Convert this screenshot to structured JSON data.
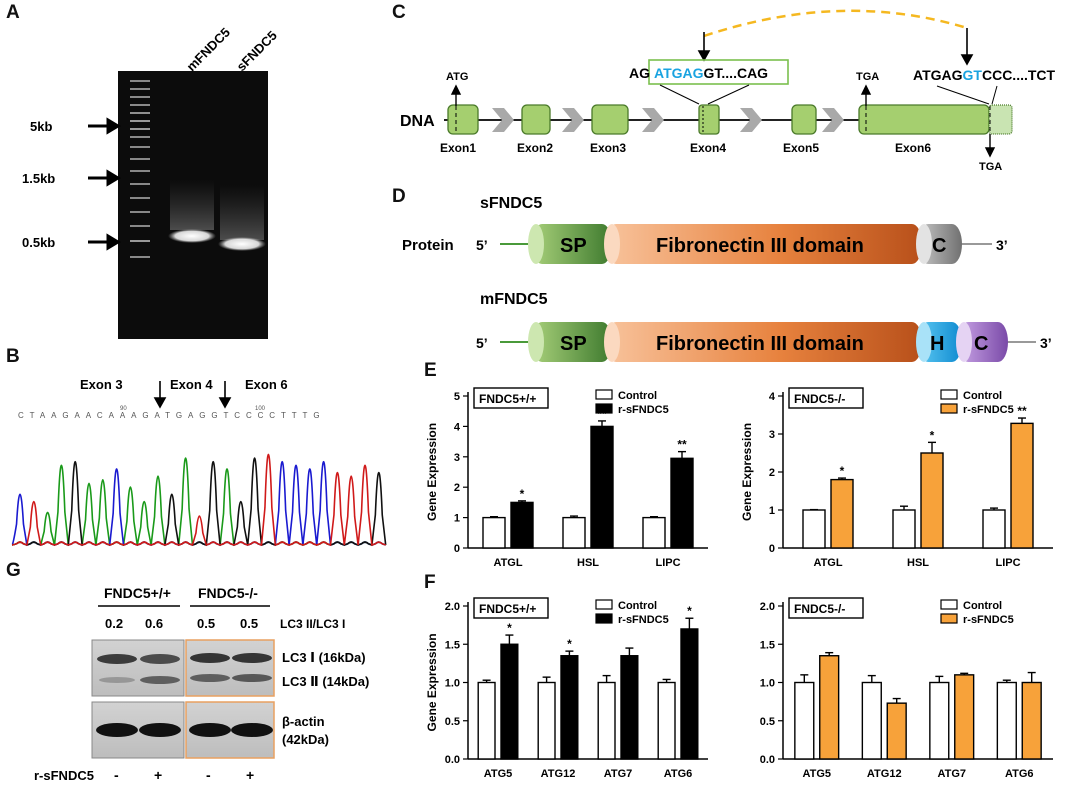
{
  "panels": {
    "A": "A",
    "B": "B",
    "C": "C",
    "D": "D",
    "E": "E",
    "F": "F",
    "G": "G"
  },
  "gel": {
    "lanes": [
      "mFNDC5",
      "sFNDC5"
    ],
    "markers": [
      "5kb",
      "1.5kb",
      "0.5kb"
    ]
  },
  "sequence": {
    "exons": [
      "Exon 3",
      "Exon 4",
      "Exon 6"
    ],
    "bases": "CTAAGAACAAAGATGAGGTCCCCTTTG",
    "pos1": "90",
    "pos2": "100"
  },
  "gene": {
    "dna_label": "DNA",
    "atg": "ATG",
    "tga1": "TGA",
    "tga2": "TGA",
    "exons": [
      "Exon1",
      "Exon2",
      "Exon3",
      "Exon4",
      "Exon5",
      "Exon6"
    ],
    "seq4_prefix": "AG",
    "seq4_blue": "ATGAG",
    "seq4_suffix": "GT....CAG",
    "seq6_prefix": "ATGAG",
    "seq6_blue": "GT",
    "seq6_suffix": "CCC....TCT"
  },
  "protein": {
    "s_title": "sFNDC5",
    "m_title": "mFNDC5",
    "label": "Protein",
    "five": "5’",
    "three": "3’",
    "sp": "SP",
    "domain": "Fibronectin III domain",
    "c": "C",
    "h": "H"
  },
  "colors": {
    "control": "#ffffff",
    "black_treat": "#000000",
    "orange_treat": "#f7a23a",
    "exon_green": "#a5cf6f",
    "blue_seq": "#1aa3e0",
    "yellow_arc": "#f5b820"
  },
  "blot": {
    "group1": "FNDC5+/+",
    "group2": "FNDC5-/-",
    "ratio_label": "LC3 II/LC3 I",
    "ratios": [
      "0.2",
      "0.6",
      "0.5",
      "0.5"
    ],
    "lc3i": "LC3 Ⅰ (16kDa)",
    "lc3ii": "LC3 Ⅱ (14kDa)",
    "actin": "β-actin",
    "actin_kda": "(42kDa)",
    "treatment_label": "r-sFNDC5",
    "signs": [
      "-",
      "+",
      "-",
      "+"
    ]
  },
  "chart_data": [
    {
      "id": "E1",
      "type": "bar",
      "group_label": "FNDC5+/+",
      "ylabel": "Gene Expression",
      "ylim": [
        0,
        5
      ],
      "yticks": [
        0,
        1,
        2,
        3,
        4,
        5
      ],
      "categories": [
        "ATGL",
        "HSL",
        "LIPC"
      ],
      "series": [
        {
          "name": "Control",
          "values": [
            1.0,
            1.0,
            1.0
          ],
          "err": [
            0.03,
            0.05,
            0.03
          ]
        },
        {
          "name": "r-sFNDC5",
          "values": [
            1.5,
            4.0,
            2.95
          ],
          "err": [
            0.05,
            0.18,
            0.22
          ]
        }
      ],
      "sig": [
        "*",
        "**",
        "**"
      ],
      "legend": [
        "Control",
        "r-sFNDC5"
      ]
    },
    {
      "id": "E2",
      "type": "bar",
      "group_label": "FNDC5-/-",
      "ylabel": "Gene Expression",
      "ylim": [
        0,
        4
      ],
      "yticks": [
        0,
        1,
        2,
        3,
        4
      ],
      "categories": [
        "ATGL",
        "HSL",
        "LIPC"
      ],
      "series": [
        {
          "name": "Control",
          "values": [
            1.0,
            1.0,
            1.0
          ],
          "err": [
            0.01,
            0.1,
            0.05
          ]
        },
        {
          "name": "r-sFNDC5",
          "values": [
            1.8,
            2.5,
            3.28
          ],
          "err": [
            0.04,
            0.28,
            0.14
          ]
        }
      ],
      "sig": [
        "*",
        "*",
        "**"
      ],
      "legend": [
        "Control",
        "r-sFNDC5"
      ]
    },
    {
      "id": "F1",
      "type": "bar",
      "group_label": "FNDC5+/+",
      "ylabel": "Gene Expression",
      "ylim": [
        0,
        2.0
      ],
      "yticks": [
        "0.0",
        "0.5",
        "1.0",
        "1.5",
        "2.0"
      ],
      "categories": [
        "ATG5",
        "ATG12",
        "ATG7",
        "ATG6"
      ],
      "series": [
        {
          "name": "Control",
          "values": [
            1.0,
            1.0,
            1.0,
            1.0
          ],
          "err": [
            0.03,
            0.07,
            0.09,
            0.04
          ]
        },
        {
          "name": "r-sFNDC5",
          "values": [
            1.5,
            1.35,
            1.35,
            1.7
          ],
          "err": [
            0.12,
            0.06,
            0.1,
            0.14
          ]
        }
      ],
      "sig": [
        "*",
        "*",
        "",
        "*"
      ],
      "legend": [
        "Control",
        "r-sFNDC5"
      ]
    },
    {
      "id": "F2",
      "type": "bar",
      "group_label": "FNDC5-/-",
      "ylabel": "",
      "ylim": [
        0,
        2.0
      ],
      "yticks": [
        "0.0",
        "0.5",
        "1.0",
        "1.5",
        "2.0"
      ],
      "categories": [
        "ATG5",
        "ATG12",
        "ATG7",
        "ATG6"
      ],
      "series": [
        {
          "name": "Control",
          "values": [
            1.0,
            1.0,
            1.0,
            1.0
          ],
          "err": [
            0.1,
            0.09,
            0.08,
            0.03
          ]
        },
        {
          "name": "r-sFNDC5",
          "values": [
            1.35,
            0.73,
            1.1,
            1.0
          ],
          "err": [
            0.04,
            0.06,
            0.02,
            0.13
          ]
        }
      ],
      "sig": [
        "",
        "",
        "",
        ""
      ],
      "legend": [
        "Control",
        "r-sFNDC5"
      ]
    }
  ]
}
